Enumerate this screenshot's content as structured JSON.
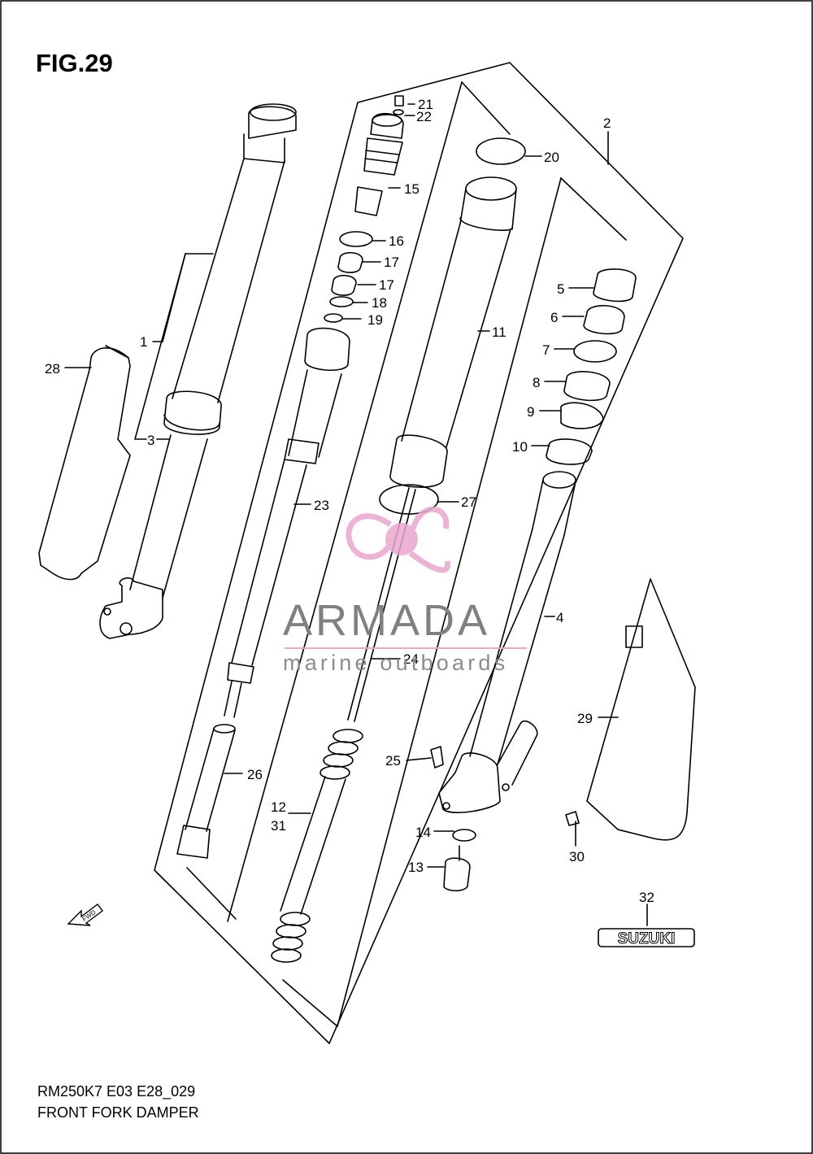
{
  "figure": {
    "title": "FIG.29",
    "model_code": "RM250K7 E03 E28_029",
    "caption": "FRONT FORK DAMPER"
  },
  "watermark": {
    "brand": "ARMADA",
    "tagline": "marine outboards",
    "logo": "propeller-logo",
    "color": "#e9a6cd"
  },
  "badges": {
    "fwd": "FWD",
    "emblem": "SUZUKI"
  },
  "callouts": [
    "1",
    "2",
    "3",
    "4",
    "5",
    "6",
    "7",
    "8",
    "9",
    "10",
    "11",
    "12",
    "31",
    "13",
    "14",
    "15",
    "16",
    "17",
    "17",
    "18",
    "19",
    "20",
    "21",
    "22",
    "23",
    "24",
    "25",
    "26",
    "27",
    "28",
    "29",
    "30",
    "32"
  ],
  "colors": {
    "ink": "#000000",
    "watermark_gray": "#808080",
    "watermark_pink": "#e9a6cd"
  }
}
